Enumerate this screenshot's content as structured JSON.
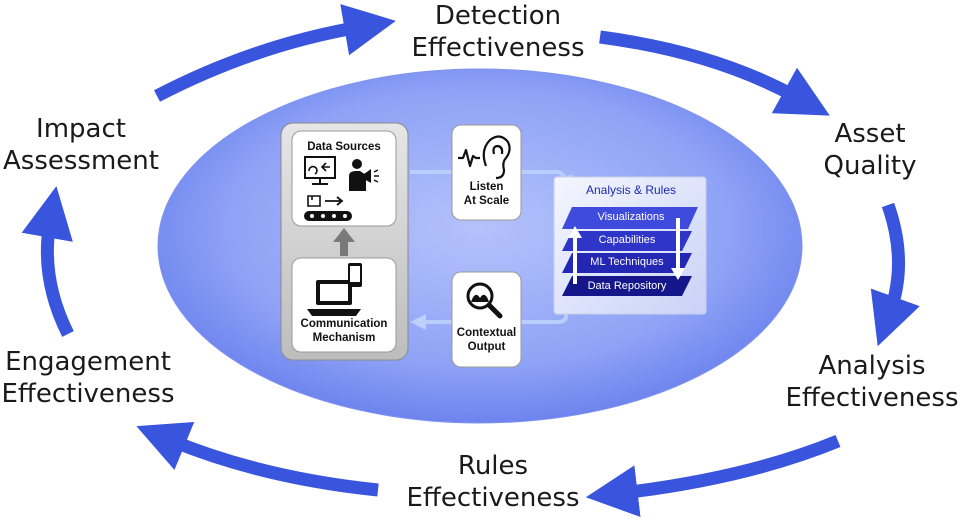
{
  "cycle": {
    "detection": [
      "Detection",
      "Effectiveness"
    ],
    "asset": [
      "Asset",
      "Quality"
    ],
    "analysis": [
      "Analysis",
      "Effectiveness"
    ],
    "rules": [
      "Rules",
      "Effectiveness"
    ],
    "engagement": [
      "Engagement",
      "Effectiveness"
    ],
    "impact": [
      "Impact",
      "Assessment"
    ]
  },
  "center": {
    "data_sources": "Data Sources",
    "communication": [
      "Communication",
      "Mechanism"
    ],
    "listen": [
      "Listen",
      "At Scale"
    ],
    "contextual": [
      "Contextual",
      "Output"
    ],
    "analysis_rules": {
      "title": "Analysis & Rules",
      "layers": [
        "Visualizations",
        "Capabilities",
        "ML Techniques",
        "Data Repository"
      ]
    }
  },
  "colors": {
    "cycle_arrow": "#3a55dd",
    "ellipse_center": "#b4c2fb",
    "ellipse_edge": "#6d84ee",
    "layer_dark": "#15168a",
    "layer_light": "#3f4bdc"
  }
}
